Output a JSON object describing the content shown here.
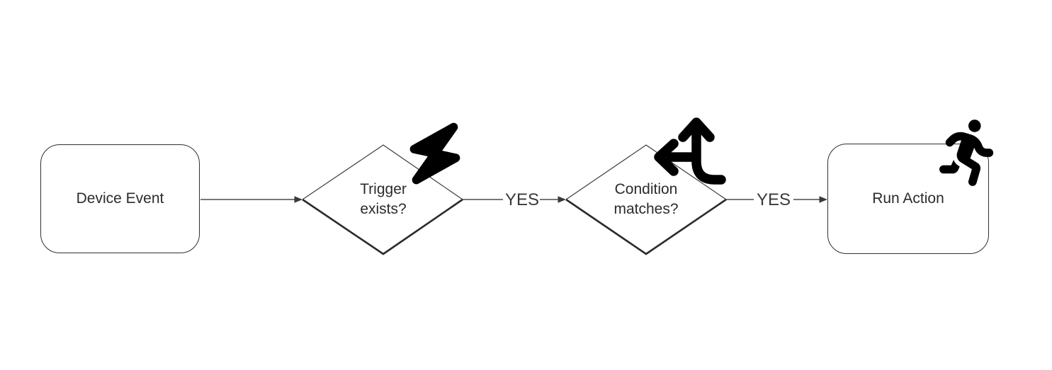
{
  "diagram": {
    "type": "flowchart",
    "direction": "left-to-right",
    "nodes": [
      {
        "id": "device-event",
        "shape": "rounded-rectangle",
        "label": "Device Event"
      },
      {
        "id": "trigger-exists",
        "shape": "diamond",
        "label": "Trigger exists?",
        "icon": "bolt-icon"
      },
      {
        "id": "condition-matches",
        "shape": "diamond",
        "label": "Condition matches?",
        "icon": "split-arrows-icon"
      },
      {
        "id": "run-action",
        "shape": "rounded-rectangle",
        "label": "Run Action",
        "icon": "person-running-icon"
      }
    ],
    "edges": [
      {
        "from": "device-event",
        "to": "trigger-exists",
        "label": ""
      },
      {
        "from": "trigger-exists",
        "to": "condition-matches",
        "label": "YES"
      },
      {
        "from": "condition-matches",
        "to": "run-action",
        "label": "YES"
      }
    ],
    "colors": {
      "background": "#ffffff",
      "shape_border": "#2f2f2f",
      "text": "#2b2b2b",
      "connector": "#4a4a4a",
      "icon": "#000000"
    }
  }
}
